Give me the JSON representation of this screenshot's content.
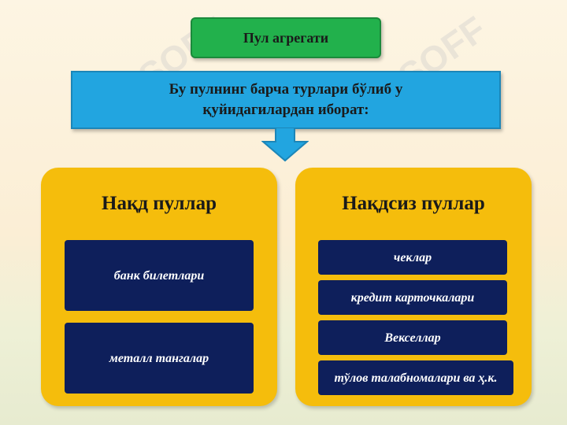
{
  "title": "Пул агрегати",
  "intro": "Бу пулнинг барча турлари бўлиб у\nқуйидагилардан иборат:",
  "panels": [
    {
      "title": "Нақд пуллар",
      "items": [
        "банк билетлари",
        "металл тангалар"
      ]
    },
    {
      "title": "Нақдсиз пуллар",
      "items": [
        "чеклар",
        "кредит карточкалари",
        "Векселлар",
        "тўлов талабномалари ва ҳ.к."
      ]
    }
  ],
  "watermark": "SOFF",
  "colors": {
    "title_box": "#22b14c",
    "intro_box": "#22a5e0",
    "panel": "#f5bd0c",
    "item": "#0e1f5b"
  }
}
